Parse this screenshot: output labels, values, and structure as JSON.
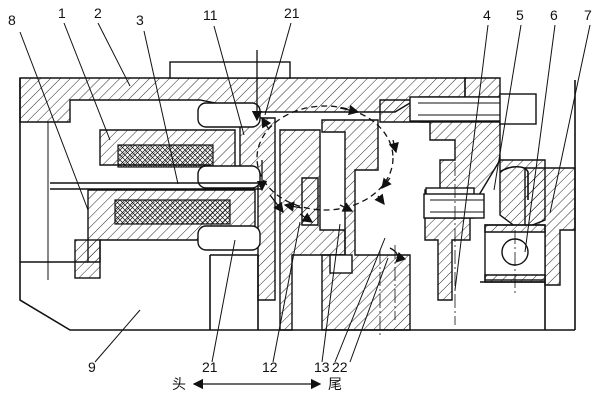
{
  "part_labels": [
    "8",
    "1",
    "2",
    "3",
    "11",
    "21",
    "4",
    "5",
    "6",
    "7",
    "9",
    "21",
    "12",
    "13",
    "22"
  ],
  "direction": {
    "left": "头",
    "right": "尾"
  }
}
